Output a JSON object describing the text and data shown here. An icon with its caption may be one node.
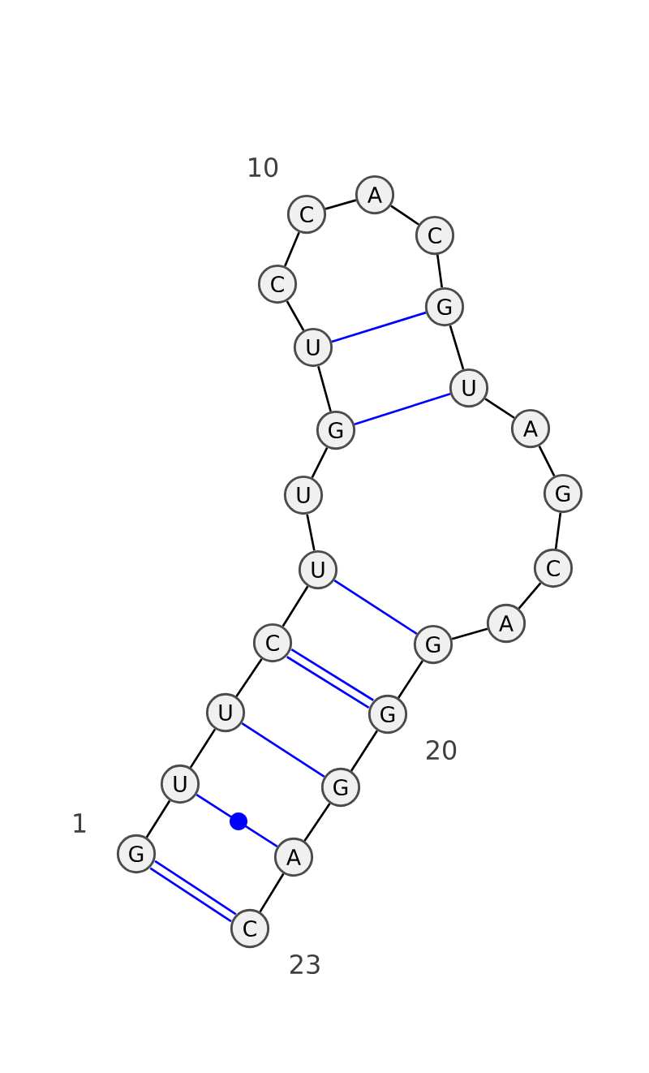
{
  "diagram": {
    "nodes": [
      {
        "text": [
          "G"
        ],
        "beside": [
          "1"
        ]
      },
      {
        "text": [
          "U"
        ]
      },
      {
        "text": [
          "U"
        ]
      },
      {
        "text": [
          "C"
        ]
      },
      {
        "text": [
          "U"
        ]
      },
      {
        "text": [
          "U"
        ]
      },
      {
        "text": [
          "G"
        ]
      },
      {
        "text": [
          "U"
        ]
      },
      {
        "text": [
          "C"
        ]
      },
      {
        "text": [
          "C"
        ],
        "beside": [
          "10"
        ]
      },
      {
        "text": [
          "A"
        ]
      },
      {
        "text": [
          "C"
        ]
      },
      {
        "text": [
          "G"
        ]
      },
      {
        "text": [
          "U"
        ]
      },
      {
        "text": [
          "A"
        ]
      },
      {
        "text": [
          "G"
        ]
      },
      {
        "text": [
          "C"
        ]
      },
      {
        "text": [
          "A"
        ]
      },
      {
        "text": [
          "G"
        ]
      },
      {
        "text": [
          "G"
        ],
        "beside": [
          "20"
        ]
      },
      {
        "text": [
          "G"
        ]
      },
      {
        "text": [
          "A"
        ]
      },
      {
        "text": [
          "C"
        ],
        "beside": [
          "23"
        ]
      }
    ],
    "edges": [
      {
        "from": 0,
        "to": 1,
        "arrow": "none"
      },
      {
        "from": 1,
        "to": 2,
        "arrow": "none"
      },
      {
        "from": 2,
        "to": 3,
        "arrow": "none"
      },
      {
        "from": 3,
        "to": 4,
        "arrow": "none"
      },
      {
        "from": 4,
        "to": 5,
        "arrow": "none"
      },
      {
        "from": 5,
        "to": 6,
        "arrow": "none"
      },
      {
        "from": 6,
        "to": 7,
        "arrow": "none"
      },
      {
        "from": 7,
        "to": 8,
        "arrow": "none"
      },
      {
        "from": 8,
        "to": 9,
        "arrow": "none"
      },
      {
        "from": 9,
        "to": 10,
        "arrow": "none"
      },
      {
        "from": 10,
        "to": 11,
        "arrow": "none"
      },
      {
        "from": 11,
        "to": 12,
        "arrow": "none"
      },
      {
        "from": 12,
        "to": 13,
        "arrow": "none"
      },
      {
        "from": 13,
        "to": 14,
        "arrow": "none"
      },
      {
        "from": 14,
        "to": 15,
        "arrow": "none"
      },
      {
        "from": 15,
        "to": 16,
        "arrow": "none"
      },
      {
        "from": 16,
        "to": 17,
        "arrow": "none"
      },
      {
        "from": 17,
        "to": 18,
        "arrow": "none"
      },
      {
        "from": 18,
        "to": 19,
        "arrow": "none"
      },
      {
        "from": 19,
        "to": 20,
        "arrow": "none"
      },
      {
        "from": 20,
        "to": 21,
        "arrow": "none"
      },
      {
        "from": 21,
        "to": 22,
        "arrow": "none"
      },
      {
        "from": 0,
        "to": 22,
        "arrow": "none",
        "style": "thick",
        "color": "#0000ff"
      },
      {
        "from": 1,
        "to": 21,
        "arrow": "none",
        "color": "#0000ff"
      },
      {
        "from": 2,
        "to": 20,
        "arrow": "none",
        "color": "#0000ff"
      },
      {
        "from": 3,
        "to": 19,
        "arrow": "none",
        "style": "thick",
        "color": "#0000ff"
      },
      {
        "from": 4,
        "to": 18,
        "arrow": "none",
        "color": "#0000ff"
      },
      {
        "from": 6,
        "to": 13,
        "arrow": "none",
        "color": "#0000ff"
      },
      {
        "from": 7,
        "to": 12,
        "arrow": "none",
        "color": "#0000ff"
      }
    ]
  }
}
